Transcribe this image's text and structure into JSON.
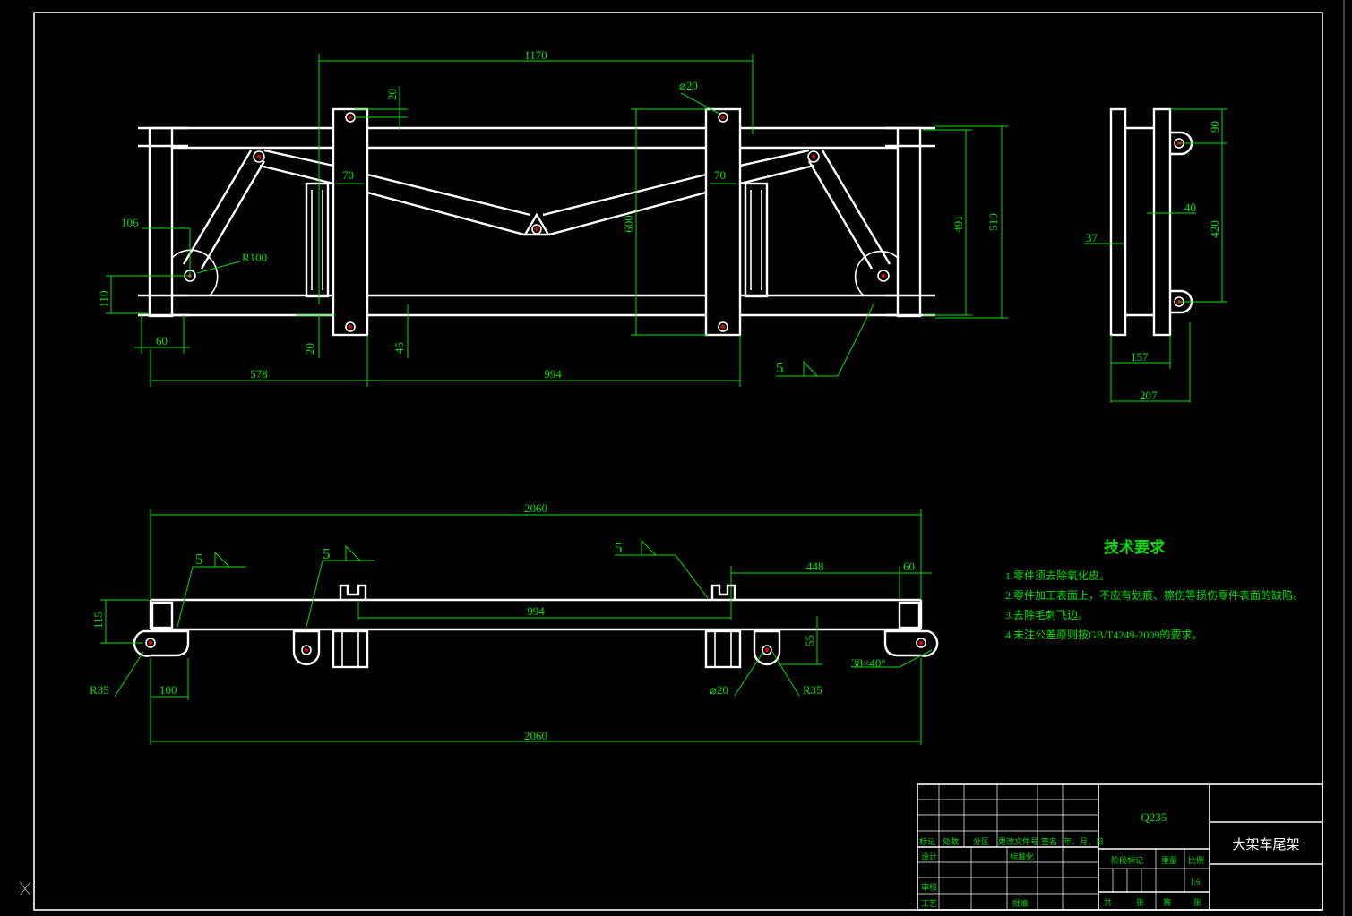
{
  "drawing": {
    "top_view_dims": {
      "overall_top": "1170",
      "bolt_offset_top": "20",
      "hole_dia_top": "⌀20",
      "plate_gap_left": "70",
      "plate_gap_right": "70",
      "height_600": "600",
      "height_491": "491",
      "height_510": "510",
      "left_106": "106",
      "radius_r100": "R100",
      "left_110": "110",
      "left_60": "60",
      "bottom_20": "20",
      "bottom_45": "45",
      "left_578": "578",
      "center_994": "994",
      "weld_5": "5"
    },
    "side_view_dims": {
      "top_90": "90",
      "mid_40": "40",
      "height_420": "420",
      "left_37": "37",
      "width_157": "157",
      "width_207": "207"
    },
    "front_view_dims": {
      "overall_top": "2060",
      "weld_a": "5",
      "weld_b": "5",
      "weld_c": "5",
      "right_448": "448",
      "right_60": "60",
      "inner_994": "994",
      "left_115": "115",
      "right_55": "55",
      "chamfer": "38×40°",
      "radius_left": "R35",
      "left_100": "100",
      "hole_dia": "⌀20",
      "radius_right": "R35",
      "overall_bottom": "2060"
    }
  },
  "technical_requirements": {
    "title": "技术要求",
    "items": [
      "1.零件须去除氧化皮。",
      "2.零件加工表面上，不应有划痕、擦伤等损伤零件表面的缺陷。",
      "3.去除毛刺飞边。",
      "4.未注公差原则按GB/T4249-2009的要求。"
    ]
  },
  "title_block": {
    "material": "Q235",
    "part_name": "大架车尾架",
    "scale": "1:6",
    "labels": {
      "mark": "标记",
      "count": "处数",
      "zone": "分区",
      "change_doc": "更改文件号",
      "signature": "签名",
      "date": "年、月、日",
      "design": "设计",
      "standardize": "标准化",
      "stage_mark": "阶段标记",
      "weight": "重量",
      "ratio": "比例",
      "check": "审核",
      "process": "工艺",
      "approve": "批准",
      "total": "共",
      "sheets": "张",
      "page": "第",
      "sheet2": "张"
    }
  }
}
